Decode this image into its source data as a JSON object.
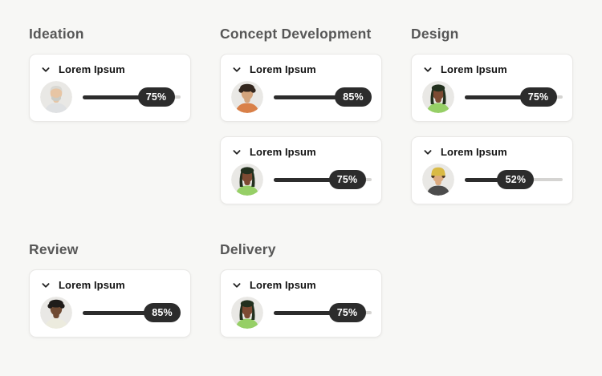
{
  "page": {
    "background": "#f7f7f5"
  },
  "colors": {
    "card_bg": "#ffffff",
    "card_border": "#e9e8e6",
    "column_title": "#575757",
    "card_label": "#131313",
    "chevron": "#1f1f1f",
    "track_fill": "#2c2c2c",
    "track_rail": "#d5d4d2",
    "pill_bg": "#2c2c2c",
    "pill_text": "#ffffff",
    "avatar_bg": "#e9e8e5"
  },
  "board": {
    "columns": [
      {
        "title": "Ideation",
        "cards": [
          {
            "label": "Lorem Ipsum",
            "progress": 75,
            "progress_label": "75%",
            "avatar": {
              "desc": "older man with gray hair and beard, light shirt",
              "style": "short",
              "skin": "#e7c5a4",
              "hair": "#d9d8d3",
              "beard": "#ccccc5",
              "top": "#dfe1e3"
            }
          }
        ]
      },
      {
        "title": "Concept Development",
        "cards": [
          {
            "label": "Lorem Ipsum",
            "progress": 85,
            "progress_label": "85%",
            "avatar": {
              "desc": "young man with dark curly hair and orange shirt",
              "style": "curly",
              "skin": "#d3a47d",
              "hair": "#33261e",
              "top": "#d98048"
            }
          },
          {
            "label": "Lorem Ipsum",
            "progress": 75,
            "progress_label": "75%",
            "avatar": {
              "desc": "woman with dark braids and bright green top",
              "style": "braids",
              "skin": "#7d4b33",
              "hair": "#22301e",
              "top": "#96cf66"
            }
          }
        ]
      },
      {
        "title": "Design",
        "cards": [
          {
            "label": "Lorem Ipsum",
            "progress": 75,
            "progress_label": "75%",
            "avatar": {
              "desc": "woman with dark braids and bright green top",
              "style": "braids",
              "skin": "#7d4b33",
              "hair": "#22301e",
              "top": "#96cf66"
            }
          },
          {
            "label": "Lorem Ipsum",
            "progress": 52,
            "progress_label": "52%",
            "avatar": {
              "desc": "young man with mustard yellow beanie and dark top",
              "style": "beanie",
              "skin": "#dcab80",
              "hair": "#46321f",
              "hat": "#d9ba45",
              "top": "#4c4c4c"
            }
          }
        ]
      },
      {
        "title": "Review",
        "cards": [
          {
            "label": "Lorem Ipsum",
            "progress": 85,
            "progress_label": "85%",
            "avatar": {
              "desc": "woman with short black curly hair and cream top",
              "style": "curly",
              "skin": "#6f4a33",
              "hair": "#1f1c1a",
              "top": "#ecebde"
            }
          }
        ]
      },
      {
        "title": "Delivery",
        "cards": [
          {
            "label": "Lorem Ipsum",
            "progress": 75,
            "progress_label": "75%",
            "avatar": {
              "desc": "woman with dark braids and bright green top",
              "style": "braids",
              "skin": "#7d4b33",
              "hair": "#22301e",
              "top": "#96cf66"
            }
          }
        ]
      }
    ]
  }
}
